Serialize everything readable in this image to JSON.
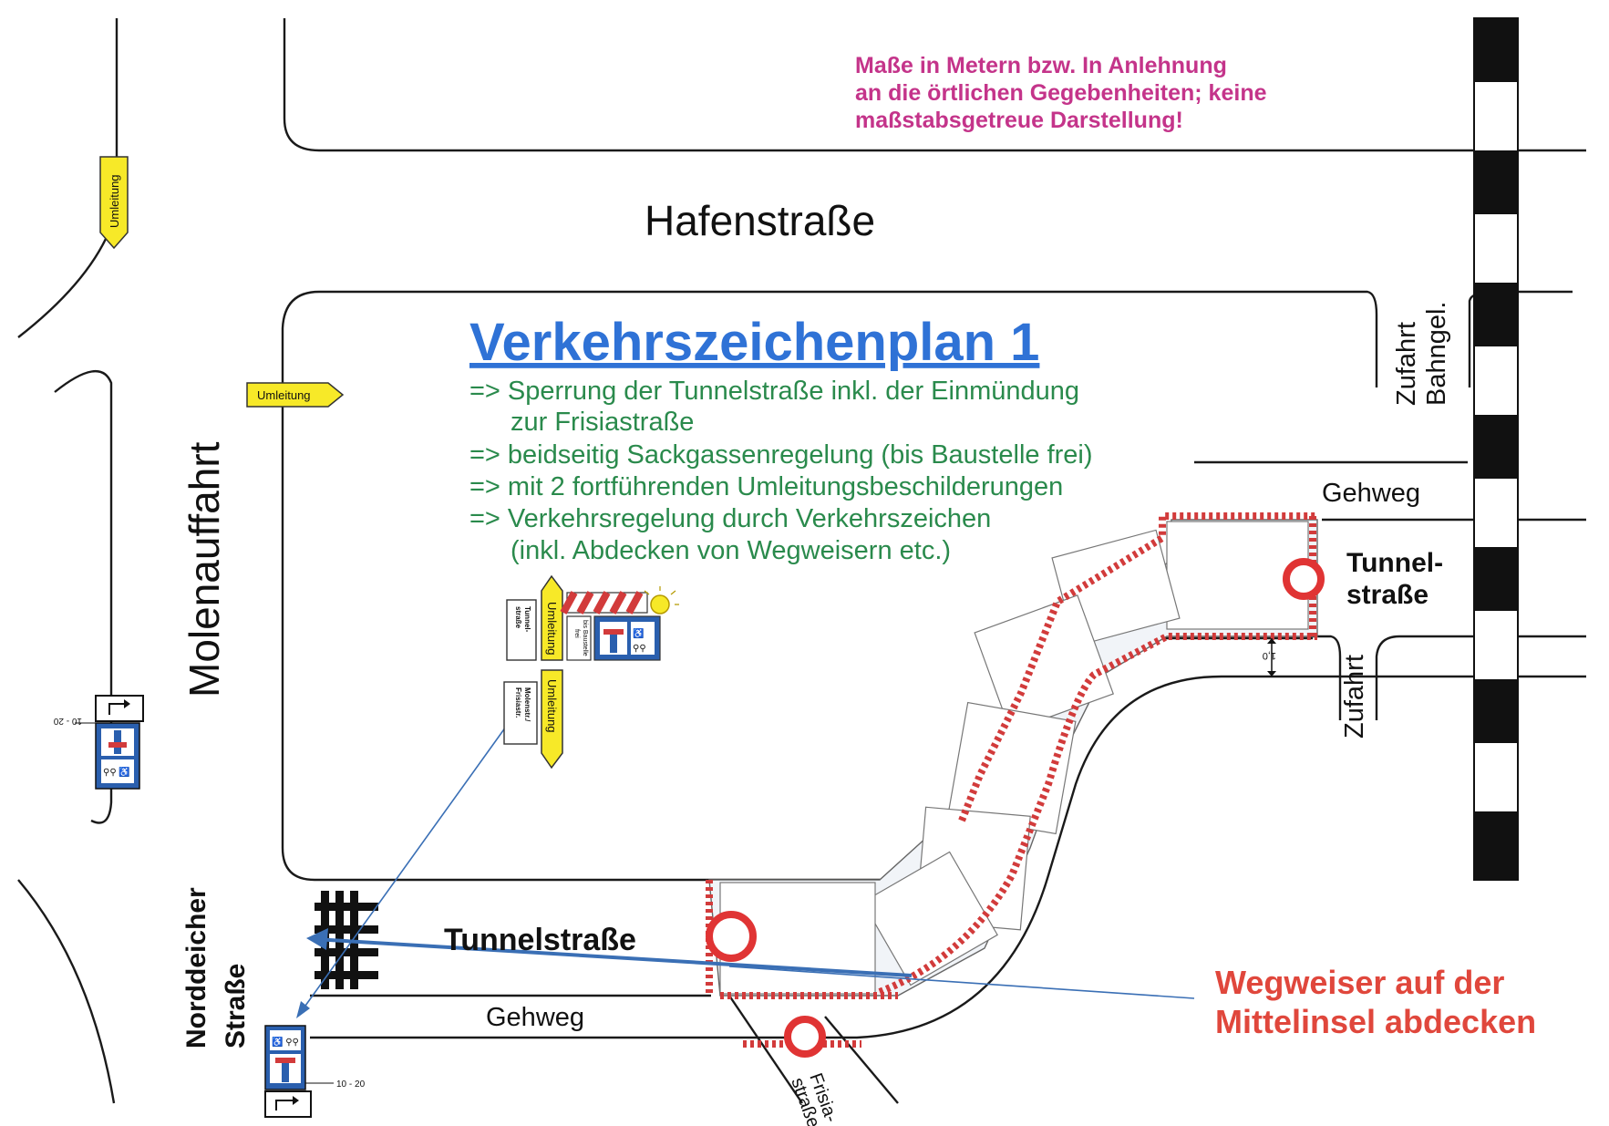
{
  "plan": {
    "title": "Verkehrszeichenplan 1",
    "note_lines": [
      "Maße in Metern bzw. In Anlehnung",
      "an die örtlichen Gegebenheiten; keine",
      "maßstabsgetreue Darstellung!"
    ],
    "description_lines": [
      "=> Sperrung der Tunnelstraße inkl. der Einmündung",
      "zur Frisiastraße",
      "=> beidseitig Sackgassenregelung (bis Baustelle frei)",
      "=> mit 2 fortführenden Umleitungsbeschilderungen",
      "=> Verkehrsregelung durch Verkehrszeichen",
      "(inkl. Abdecken von Wegweisern etc.)"
    ],
    "callout_lines": [
      "Wegweiser auf der",
      "Mittelinsel abdecken"
    ]
  },
  "streets": {
    "hafenstrasse": "Hafenstraße",
    "molenauffahrt": "Molenauffahrt",
    "norddeicher_1": "Norddeicher",
    "norddeicher_2": "Straße",
    "tunnelstrasse_main": "Tunnelstraße",
    "tunnel_right_1": "Tunnel-",
    "tunnel_right_2": "straße",
    "gehweg_top": "Gehweg",
    "gehweg_bottom": "Gehweg",
    "zufahrt_bahngel_1": "Zufahrt",
    "zufahrt_bahngel_2": "Bahngel.",
    "zufahrt": "Zufahrt",
    "frisia_1": "Frisia-",
    "frisia_2": "straße"
  },
  "signs": {
    "umleitung": "Umleitung",
    "tunnel_1": "Tunnel-",
    "tunnel_2": "straße",
    "molen_1": "Molenstr./",
    "molen_2": "Frisiastr.",
    "baustelle_1": "bis Baustelle",
    "baustelle_2": "frei",
    "distance_left": "10 - 20",
    "distance_bottom": "10 - 20",
    "dim_value": "1,0"
  }
}
